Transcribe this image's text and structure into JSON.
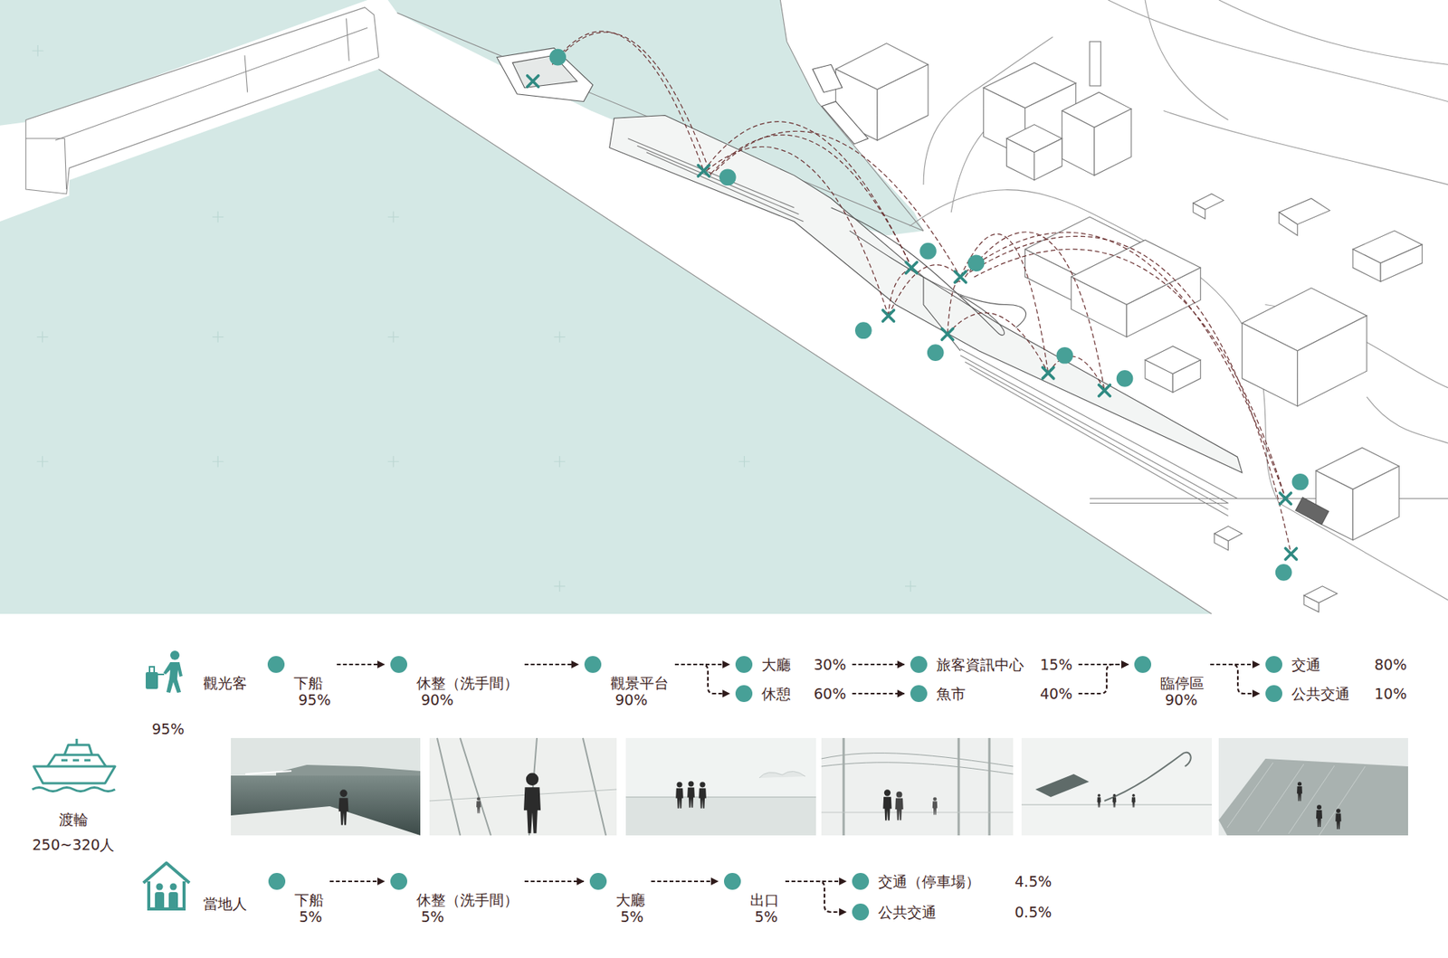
{
  "diagram": {
    "nodes": [
      {
        "text": [
          "下船",
          "95%"
        ]
      },
      {
        "text": [
          "休整（洗手間）",
          "90%"
        ]
      },
      {
        "text": [
          "觀景平台",
          "90%"
        ]
      },
      {
        "text": [
          "大廳",
          "30%"
        ]
      },
      {
        "text": [
          "休憩",
          "60%"
        ]
      },
      {
        "text": [
          "旅客資訊中心",
          "15%"
        ]
      },
      {
        "text": [
          "魚市",
          "40%"
        ]
      },
      {
        "text": [
          "臨停區",
          "90%"
        ]
      },
      {
        "text": [
          "交通",
          "80%"
        ]
      },
      {
        "text": [
          "公共交通",
          "10%"
        ]
      },
      {
        "text": [
          "下船",
          "5%"
        ]
      },
      {
        "text": [
          "休整（洗手間）",
          "5%"
        ]
      },
      {
        "text": [
          "大廳",
          "5%"
        ]
      },
      {
        "text": [
          "出口",
          "5%"
        ]
      },
      {
        "text": [
          "交通（停車場）",
          "4.5%"
        ]
      },
      {
        "text": [
          "公共交通",
          "0.5%"
        ]
      }
    ],
    "edges": [
      {
        "from": 0,
        "to": 1,
        "arrow": "to"
      },
      {
        "from": 1,
        "to": 2,
        "arrow": "to"
      },
      {
        "from": 2,
        "to": 3,
        "arrow": "to"
      },
      {
        "from": 2,
        "to": 4,
        "arrow": "to"
      },
      {
        "from": 3,
        "to": 5,
        "arrow": "to"
      },
      {
        "from": 4,
        "to": 6,
        "arrow": "to"
      },
      {
        "from": 5,
        "to": 7,
        "arrow": "to"
      },
      {
        "from": 6,
        "to": 7,
        "arrow": "to"
      },
      {
        "from": 7,
        "to": 8,
        "arrow": "to"
      },
      {
        "from": 7,
        "to": 9,
        "arrow": "to"
      },
      {
        "from": 10,
        "to": 11,
        "arrow": "to"
      },
      {
        "from": 11,
        "to": 12,
        "arrow": "to"
      },
      {
        "from": 12,
        "to": 13,
        "arrow": "to"
      },
      {
        "from": 13,
        "to": 14,
        "arrow": "to"
      },
      {
        "from": 13,
        "to": 15,
        "arrow": "to"
      }
    ],
    "labels": [
      "觀光客",
      "95%",
      "渡輪",
      "250~320人",
      "當地人"
    ]
  }
}
